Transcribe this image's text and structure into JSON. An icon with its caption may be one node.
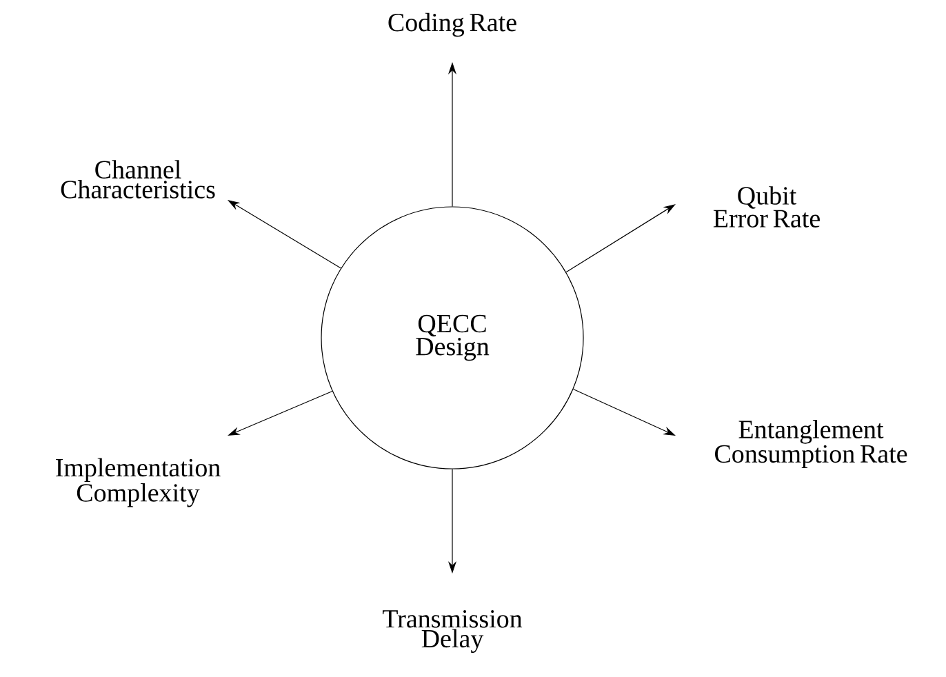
{
  "diagram": {
    "nodes": [
      {
        "text": [
          "QECC Design"
        ]
      },
      {
        "text": [
          "Coding Rate"
        ]
      },
      {
        "text": [
          "Channel Characteristics"
        ]
      },
      {
        "text": [
          "Qubit Error Rate"
        ]
      },
      {
        "text": [
          "Implementation Complexity"
        ]
      },
      {
        "text": [
          "Entanglement Consumption Rate"
        ]
      },
      {
        "text": [
          "Transmission Delay"
        ]
      }
    ],
    "edges": [
      {
        "from": 0,
        "to": 1,
        "arrow": "to"
      },
      {
        "from": 0,
        "to": 2,
        "arrow": "to"
      },
      {
        "from": 0,
        "to": 3,
        "arrow": "to"
      },
      {
        "from": 0,
        "to": 4,
        "arrow": "to"
      },
      {
        "from": 0,
        "to": 5,
        "arrow": "to"
      },
      {
        "from": 0,
        "to": 6,
        "arrow": "to"
      }
    ]
  }
}
